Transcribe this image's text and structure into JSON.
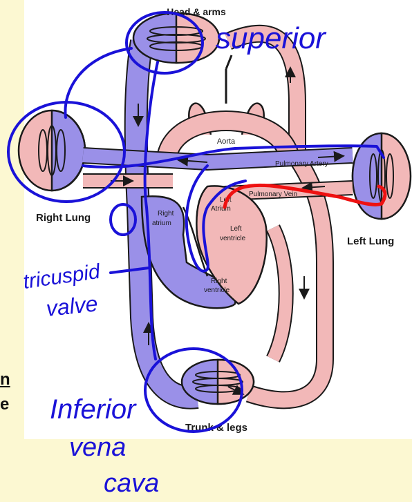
{
  "colors": {
    "background": "#fcf8d2",
    "panel": "#ffffff",
    "venous": "#9a90e8",
    "arterial": "#f2b8b8",
    "outline": "#1a1a1a",
    "ink_blue": "#1a12d8",
    "ink_red": "#ee1111"
  },
  "edge_fragments": {
    "top": "n",
    "bottom": "e"
  },
  "labels": {
    "head_arms": "Head & arms",
    "aorta": "Aorta",
    "pulmonary_artery": "Pulmonary Artery",
    "pulmonary_vein": "Pulmonary Vein",
    "right_lung": "Right Lung",
    "left_lung": "Left Lung",
    "right_atrium_line1": "Right",
    "right_atrium_line2": "atrium",
    "left_atrium_line1": "Left",
    "left_atrium_line2": "Atrium",
    "left_ventricle_line1": "Left",
    "left_ventricle_line2": "ventricle",
    "right_ventricle_line1": "Right",
    "right_ventricle_line2": "ventricle",
    "trunk_legs": "Trunk & legs"
  },
  "annotations": {
    "superior": "superior",
    "tricuspid": "tricuspid",
    "valve": "valve",
    "inferior": "Inferior",
    "vena": "vena",
    "cava": "cava"
  },
  "icons": {
    "arrow": "arrow-icon",
    "capillary": "capillary-loop-icon"
  }
}
